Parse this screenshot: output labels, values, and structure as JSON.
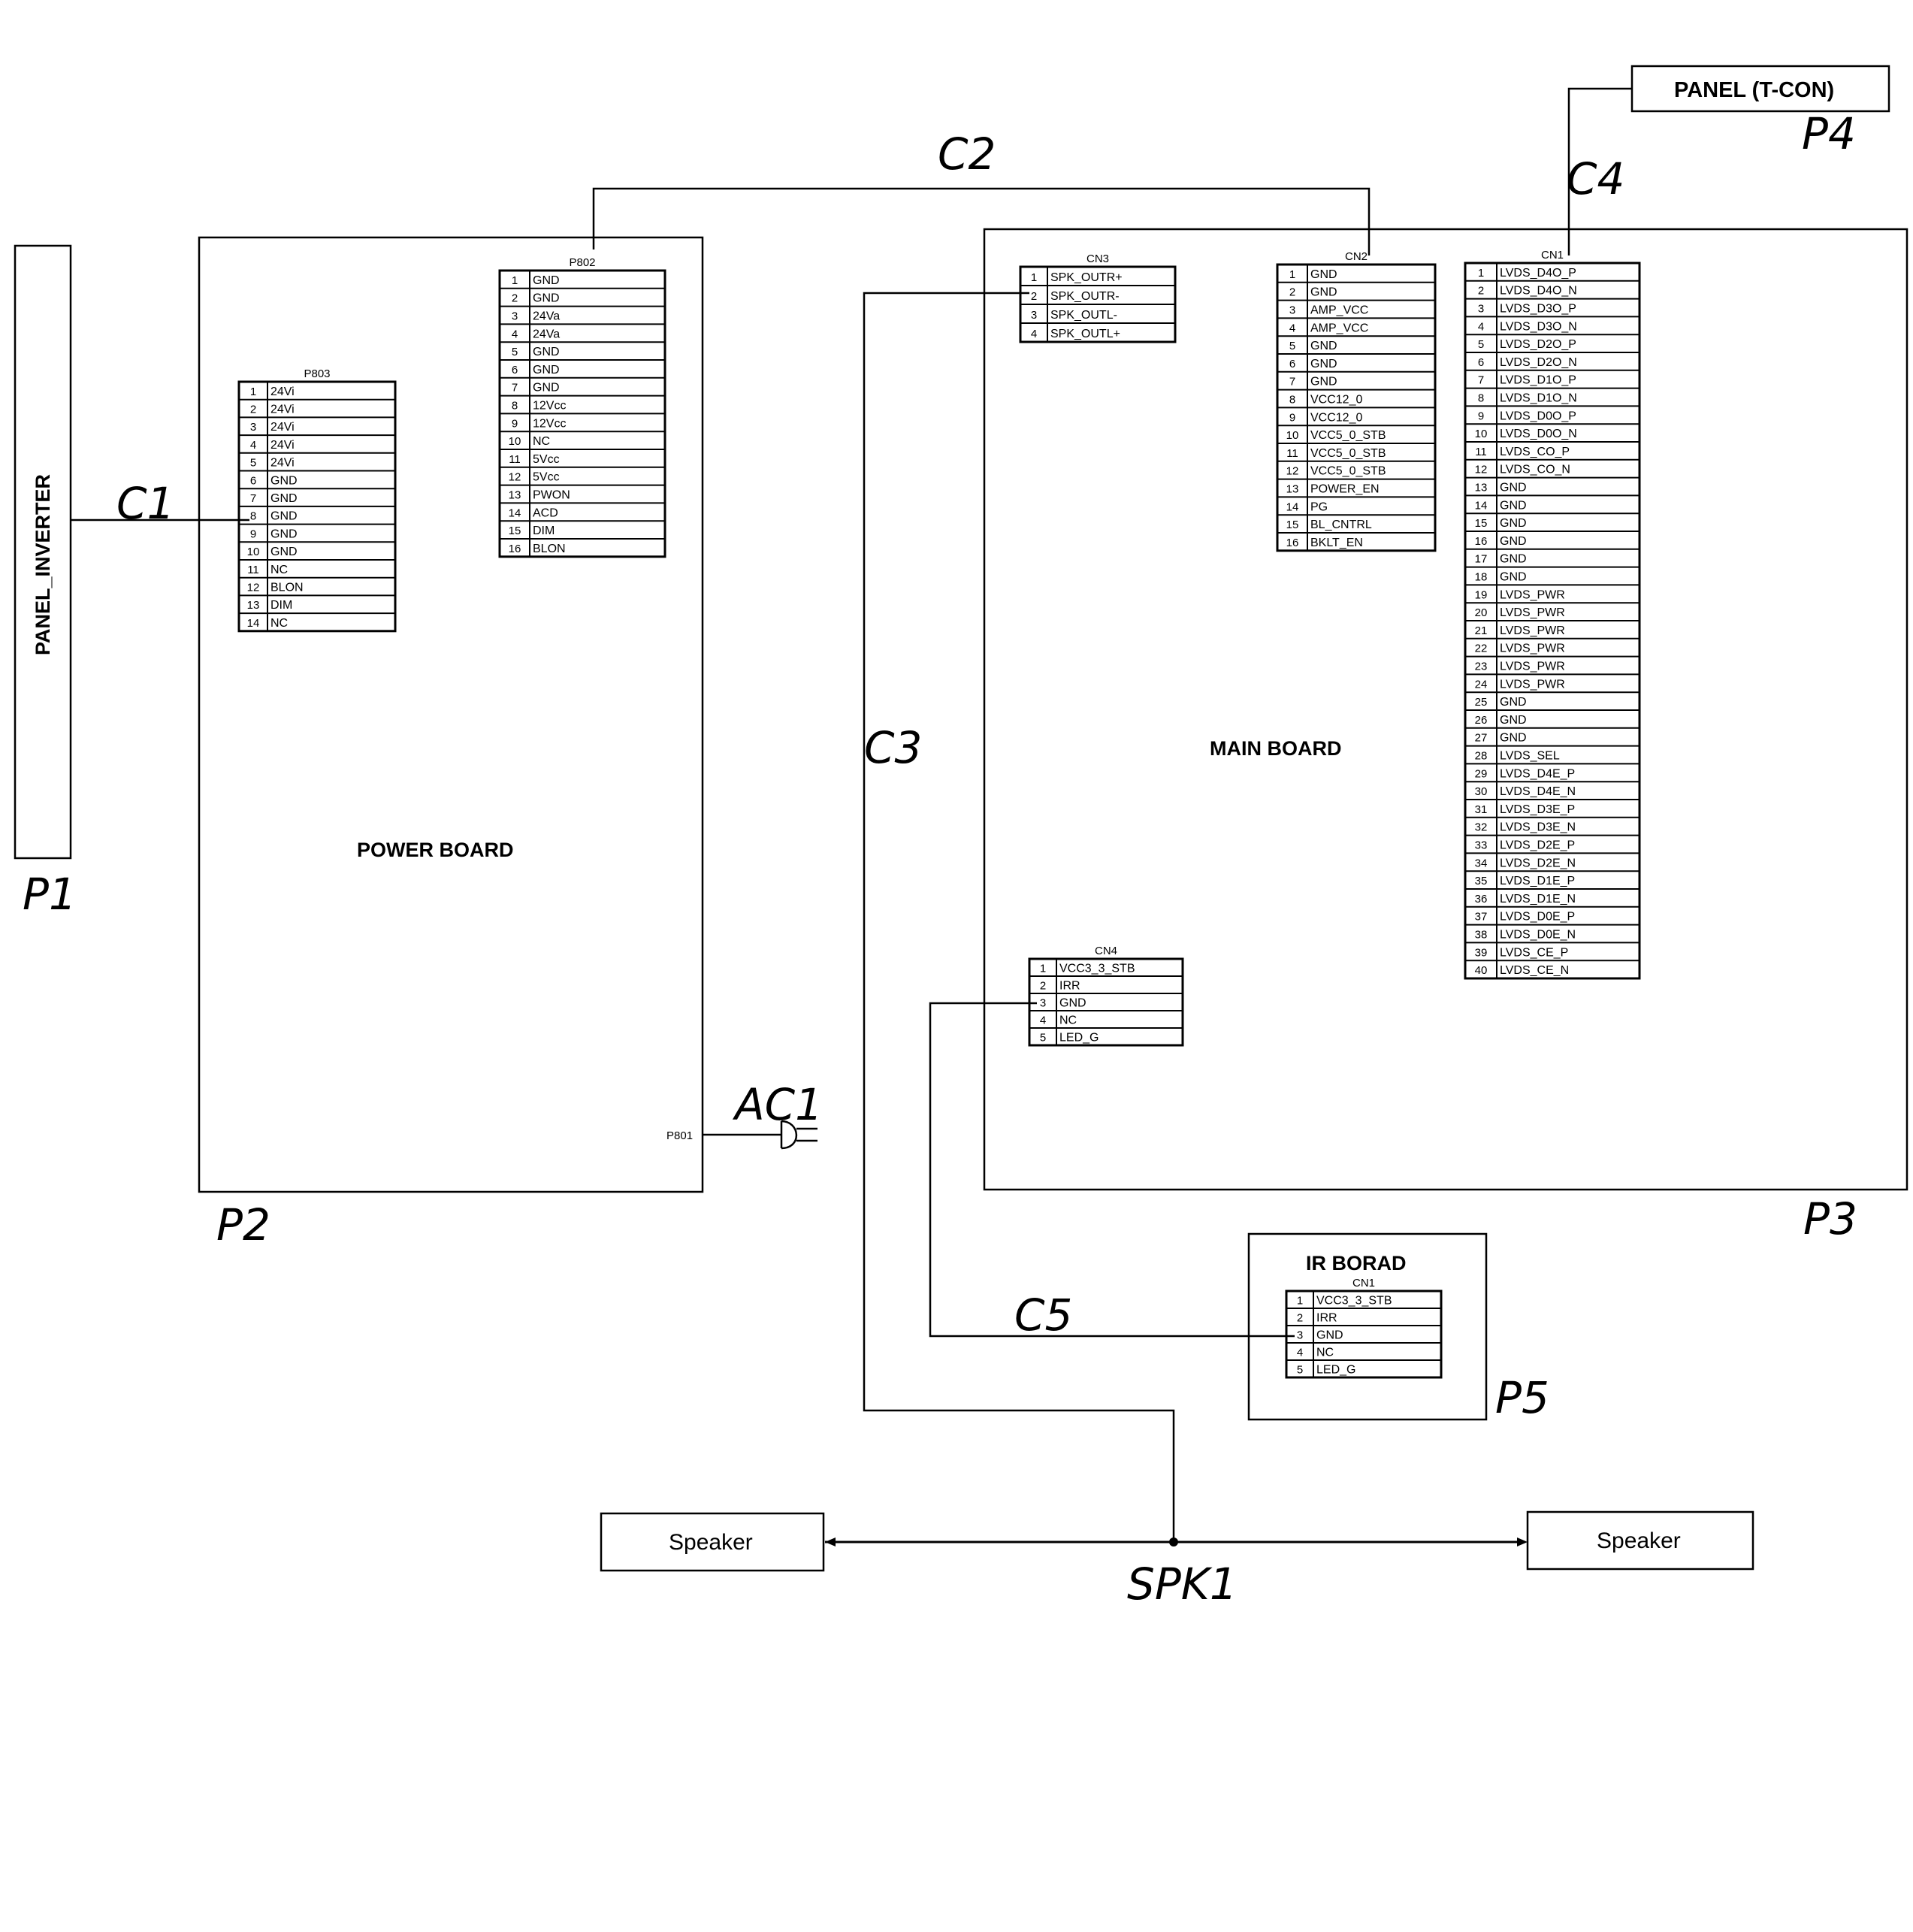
{
  "boards": {
    "panel_inverter": "PANEL_INVERTER",
    "power_board": "POWER BOARD",
    "main_board": "MAIN BOARD",
    "ir_board": "IR BORAD",
    "panel_tcon": "PANEL (T-CON)"
  },
  "speakers": {
    "left": "Speaker",
    "right": "Speaker"
  },
  "handwritten": {
    "P1": "P1",
    "P2": "P2",
    "P3": "P3",
    "P4": "P4",
    "P5": "P5",
    "C1": "C1",
    "C2": "C2",
    "C3": "C3",
    "C4": "C4",
    "C5": "C5",
    "AC1": "AC1",
    "SPK1": "SPK1"
  },
  "connectors": {
    "P803": {
      "title": "P803",
      "pins": [
        "24Vi",
        "24Vi",
        "24Vi",
        "24Vi",
        "24Vi",
        "GND",
        "GND",
        "GND",
        "GND",
        "GND",
        "NC",
        "BLON",
        "DIM",
        "NC"
      ]
    },
    "P802": {
      "title": "P802",
      "pins": [
        "GND",
        "GND",
        "24Va",
        "24Va",
        "GND",
        "GND",
        "GND",
        "12Vcc",
        "12Vcc",
        "NC",
        "5Vcc",
        "5Vcc",
        "PWON",
        "ACD",
        "DIM",
        "BLON"
      ]
    },
    "P801": {
      "title": "P801"
    },
    "CN3": {
      "title": "CN3",
      "pins": [
        "SPK_OUTR+",
        "SPK_OUTR-",
        "SPK_OUTL-",
        "SPK_OUTL+"
      ]
    },
    "CN2": {
      "title": "CN2",
      "pins": [
        "GND",
        "GND",
        "AMP_VCC",
        "AMP_VCC",
        "GND",
        "GND",
        "GND",
        "VCC12_0",
        "VCC12_0",
        "VCC5_0_STB",
        "VCC5_0_STB",
        "VCC5_0_STB",
        "POWER_EN",
        "PG",
        "BL_CNTRL",
        "BKLT_EN"
      ]
    },
    "CN1": {
      "title": "CN1",
      "pins": [
        "LVDS_D4O_P",
        "LVDS_D4O_N",
        "LVDS_D3O_P",
        "LVDS_D3O_N",
        "LVDS_D2O_P",
        "LVDS_D2O_N",
        "LVDS_D1O_P",
        "LVDS_D1O_N",
        "LVDS_D0O_P",
        "LVDS_D0O_N",
        "LVDS_CO_P",
        "LVDS_CO_N",
        "GND",
        "GND",
        "GND",
        "GND",
        "GND",
        "GND",
        "LVDS_PWR",
        "LVDS_PWR",
        "LVDS_PWR",
        "LVDS_PWR",
        "LVDS_PWR",
        "LVDS_PWR",
        "GND",
        "GND",
        "GND",
        "LVDS_SEL",
        "LVDS_D4E_P",
        "LVDS_D4E_N",
        "LVDS_D3E_P",
        "LVDS_D3E_N",
        "LVDS_D2E_P",
        "LVDS_D2E_N",
        "LVDS_D1E_P",
        "LVDS_D1E_N",
        "LVDS_D0E_P",
        "LVDS_D0E_N",
        "LVDS_CE_P",
        "LVDS_CE_N"
      ]
    },
    "CN4": {
      "title": "CN4",
      "pins": [
        "VCC3_3_STB",
        "IRR",
        "GND",
        "NC",
        "LED_G"
      ]
    },
    "IRCN1": {
      "title": "CN1",
      "pins": [
        "VCC3_3_STB",
        "IRR",
        "GND",
        "NC",
        "LED_G"
      ]
    }
  }
}
